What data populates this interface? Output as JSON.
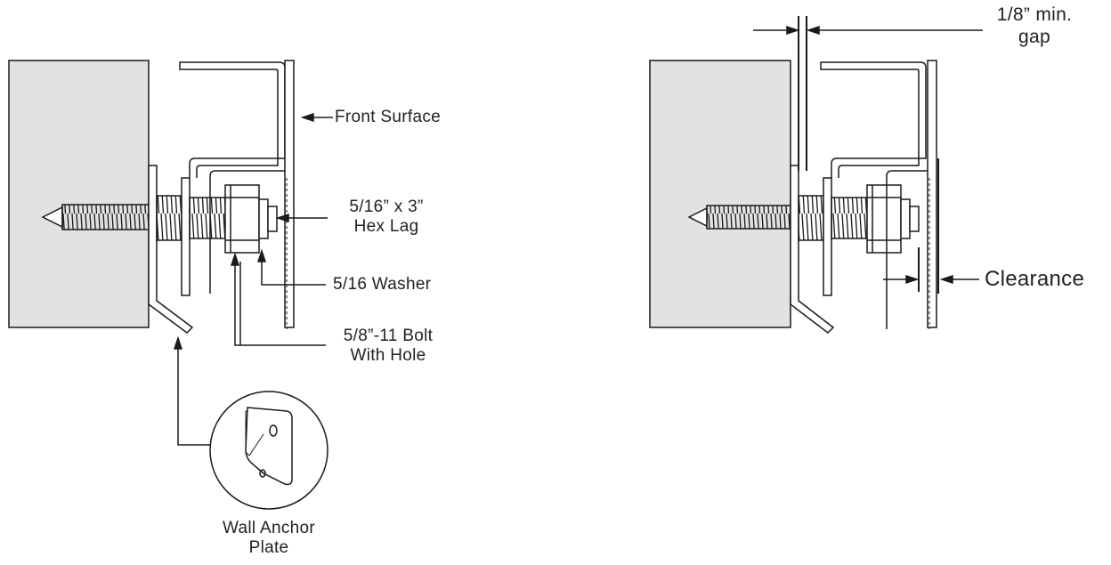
{
  "labels": {
    "front_surface": "Front Surface",
    "hex_lag_line1": "5/16” x 3”",
    "hex_lag_line2": "Hex Lag",
    "washer": "5/16 Washer",
    "bolt_line1": "5/8”-11 Bolt",
    "bolt_line2": "With Hole",
    "anchor_line1": "Wall Anchor",
    "anchor_line2": "Plate",
    "gap_line1": "1/8” min.",
    "gap_line2": "gap",
    "clearance": "Clearance"
  },
  "colors": {
    "line": "#1a1a1a",
    "wall_fill": "#e2e2e2",
    "label": "#222222"
  }
}
